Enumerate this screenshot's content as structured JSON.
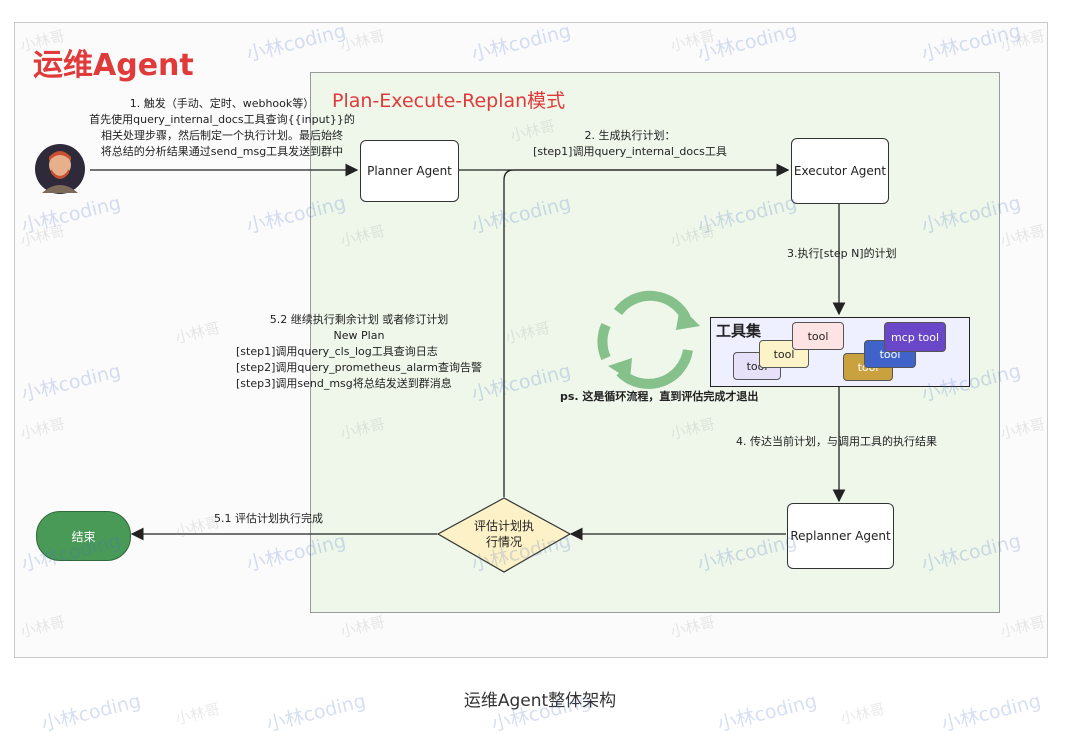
{
  "title": "运维Agent",
  "mode_title": "Plan-Execute-Replan模式",
  "nodes": {
    "planner": "Planner Agent",
    "executor": "Executor Agent",
    "replanner": "Replanner Agent",
    "evaluate_line1": "评估计划执",
    "evaluate_line2": "行情况",
    "end": "结束"
  },
  "toolset": {
    "title": "工具集",
    "tools": [
      "tool",
      "tool",
      "tool",
      "tool",
      "tool",
      "mcp tool"
    ]
  },
  "labels": {
    "step1": [
      "1. 触发（手动、定时、webhook等）",
      "首先使用query_internal_docs工具查询{{input}}的",
      "相关处理步骤，然后制定一个执行计划。最后始终",
      "将总结的分析结果通过send_msg工具发送到群中"
    ],
    "step2": [
      "2. 生成执行计划：",
      "[step1]调用query_internal_docs工具"
    ],
    "step3": "3.执行[step N]的计划",
    "step4": "4. 传达当前计划，与调用工具的执行结果",
    "step51": "5.1 评估计划执行完成",
    "step52": [
      "5.2 继续执行剩余计划 或者修订计划",
      "New Plan",
      "[step1]调用query_cls_log工具查询日志",
      "[step2]调用query_prometheus_alarm查询告警",
      "[step3]调用send_msg将总结发送到群消息"
    ],
    "loop_note": "ps. 这是循环流程，直到评估完成才退出"
  },
  "caption": "运维Agent整体架构",
  "watermarks": {
    "primary": "小林coding",
    "secondary": "小林哥"
  },
  "colors": {
    "title": "#e03a3a",
    "mode_bg": "#eef7ea",
    "end_node": "#4a9a57",
    "decision": "#fdf1c7",
    "loop_arrow": "#86c08a"
  }
}
